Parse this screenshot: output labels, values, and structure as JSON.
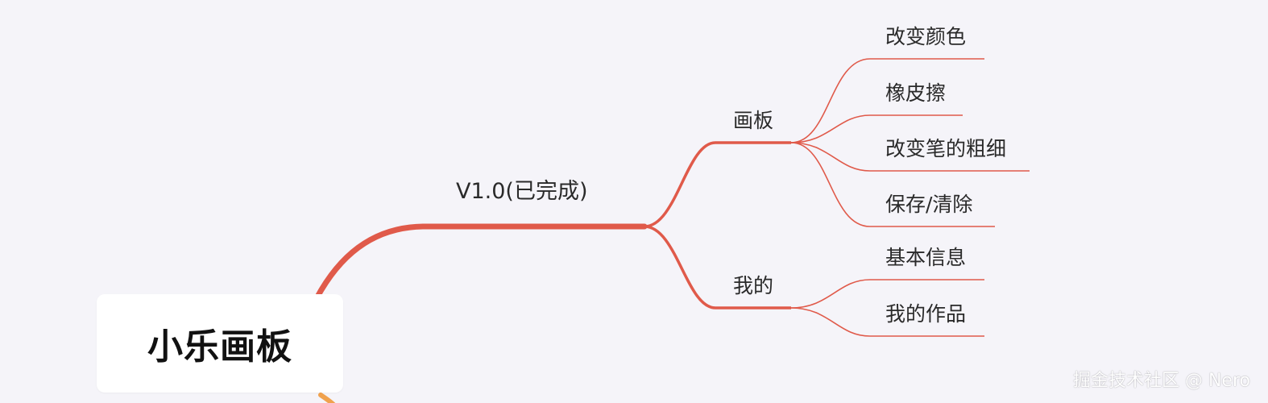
{
  "mindmap": {
    "root": {
      "label": "小乐画板"
    },
    "branch": {
      "label": "V1.0(已完成)",
      "children": [
        {
          "label": "画板",
          "children": [
            {
              "label": "改变颜色"
            },
            {
              "label": "橡皮擦"
            },
            {
              "label": "改变笔的粗细"
            },
            {
              "label": "保存/清除"
            }
          ]
        },
        {
          "label": "我的",
          "children": [
            {
              "label": "基本信息"
            },
            {
              "label": "我的作品"
            }
          ]
        }
      ]
    },
    "colors": {
      "branch_line": "#e05a4a",
      "orange_line": "#f0a24e",
      "background": "#f5f4f9",
      "root_box": "#ffffff"
    }
  },
  "watermark": {
    "text": "掘金技术社区 @ Nero"
  }
}
